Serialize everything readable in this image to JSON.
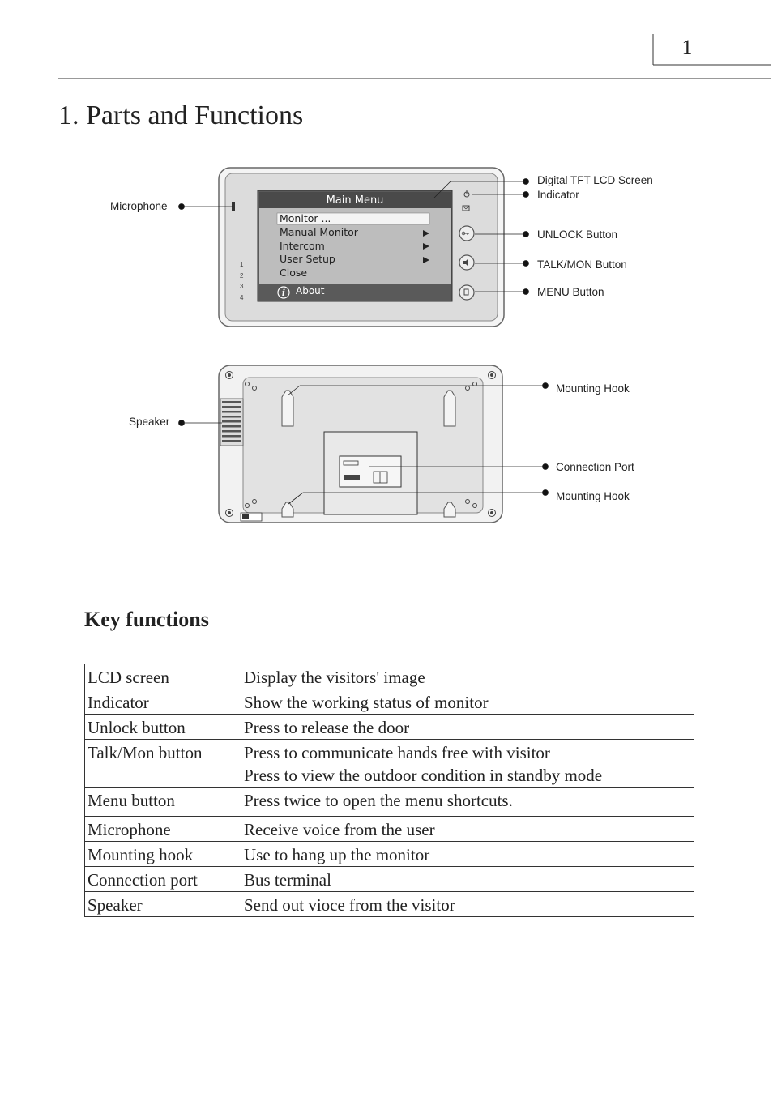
{
  "header": {
    "page_number": "1"
  },
  "page_title": "1. Parts and Functions",
  "front_view": {
    "menu_title": "Main Menu",
    "menu_items": [
      "Monitor ...",
      "Manual Monitor",
      "Intercom",
      "User Setup",
      "Close"
    ],
    "about_label": "About",
    "side_numbers": [
      "1",
      "2",
      "3",
      "4"
    ]
  },
  "callouts": {
    "microphone": "Microphone",
    "lcd_screen": "Digital TFT LCD Screen",
    "indicator": "Indicator",
    "unlock_button": "UNLOCK Button",
    "talk_mon_button": "TALK/MON Button",
    "menu_button": "MENU Button",
    "speaker": "Speaker",
    "mounting_hook_top": "Mounting Hook",
    "connection_port": "Connection Port",
    "mounting_hook_bottom": "Mounting Hook"
  },
  "key_functions": {
    "heading": "Key functions",
    "rows": [
      {
        "name": "LCD screen",
        "lines": [
          "Display the visitors' image"
        ]
      },
      {
        "name": "Indicator",
        "lines": [
          "Show the working status of monitor"
        ]
      },
      {
        "name": "Unlock button",
        "lines": [
          "Press to release the door"
        ]
      },
      {
        "name": "Talk/Mon button",
        "lines": [
          "Press to communicate hands free with visitor",
          "Press to view the outdoor condition in standby mode"
        ]
      },
      {
        "name": "Menu button",
        "lines": [
          "Press twice to open the menu shortcuts."
        ]
      },
      {
        "name": "Microphone",
        "lines": [
          "Receive voice from the user"
        ]
      },
      {
        "name": "Mounting hook",
        "lines": [
          "Use to hang up the monitor"
        ]
      },
      {
        "name": "Connection port",
        "lines": [
          "Bus terminal"
        ]
      },
      {
        "name": "Speaker",
        "lines": [
          "Send out vioce from the visitor"
        ]
      }
    ]
  }
}
